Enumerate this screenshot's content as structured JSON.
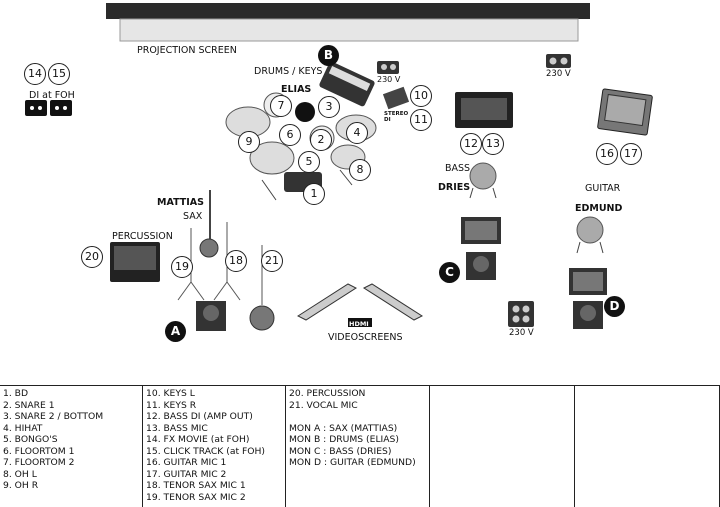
{
  "labels": {
    "projection_screen": "PROJECTION SCREEN",
    "drums_keys": "DRUMS / KEYS",
    "elias": "ELIAS",
    "di_at_foh": "DI at FOH",
    "volt_1": "230 V",
    "volt_2": "230 V",
    "volt_3": "230 V",
    "stereo_di": "STEREO DI",
    "bass": "BASS",
    "dries": "DRIES",
    "guitar": "GUITAR",
    "edmund": "EDMUND",
    "mattias": "MATTIAS",
    "sax": "SAX",
    "percussion": "PERCUSSION",
    "hdmi": "HDMI",
    "videoscreens": "VIDEOSCREENS"
  },
  "numbers": [
    "1",
    "2",
    "3",
    "4",
    "5",
    "6",
    "7",
    "8",
    "9",
    "10",
    "11",
    "12",
    "13",
    "14",
    "15",
    "16",
    "17",
    "19",
    "18",
    "20",
    "21"
  ],
  "monitors": [
    "A",
    "B",
    "C",
    "D"
  ],
  "legend": {
    "col1": [
      "1. BD",
      "2. SNARE 1",
      "3. SNARE 2 / BOTTOM",
      "4. HIHAT",
      "5. BONGO'S",
      "6. FLOORTOM 1",
      "7. FLOORTOM 2",
      "8. OH L",
      "9. OH R"
    ],
    "col2": [
      "10. KEYS L",
      "11. KEYS R",
      "12. BASS DI (AMP OUT)",
      "13. BASS MIC",
      "14. FX MOVIE (at FOH)",
      "15. CLICK TRACK (at FOH)",
      "16. GUITAR MIC 1",
      "17. GUITAR MIC 2",
      "18. TENOR SAX MIC 1",
      "19. TENOR SAX MIC 2"
    ],
    "col3": [
      "20. PERCUSSION",
      "21. VOCAL MIC",
      "",
      "MON A : SAX (MATTIAS)",
      "MON B : DRUMS (ELIAS)",
      "MON C : BASS (DRIES)",
      "MON D : GUITAR (EDMUND)"
    ]
  }
}
